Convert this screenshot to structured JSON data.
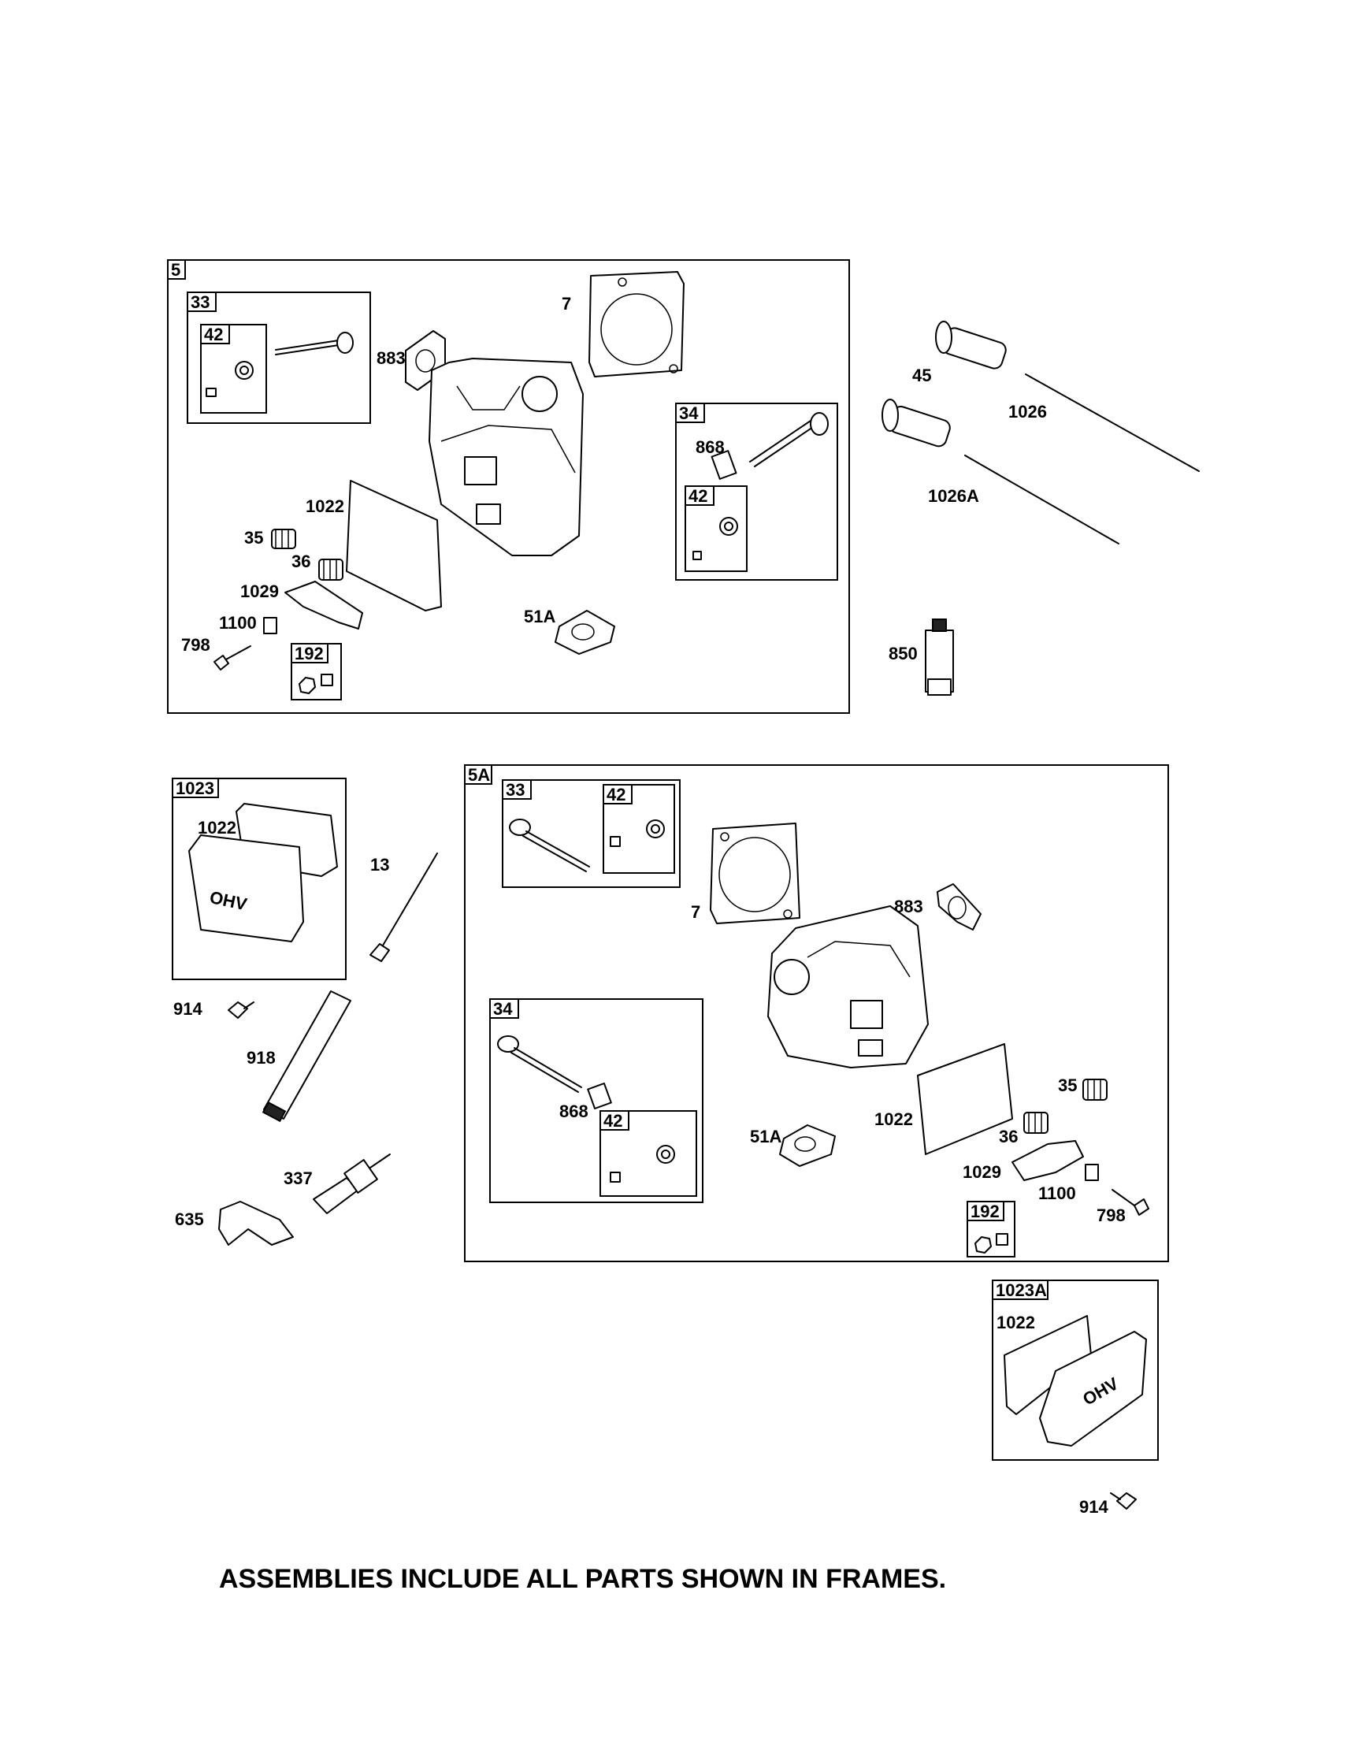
{
  "frames": {
    "f5": "5",
    "f33a": "33",
    "f42a": "42",
    "f34a": "34",
    "f42b": "42",
    "f192a": "192",
    "f1023": "1023",
    "f5A": "5A",
    "f33b": "33",
    "f42c": "42",
    "f34b": "34",
    "f42d": "42",
    "f192b": "192",
    "f1023A": "1023A"
  },
  "labels": {
    "l7a": "7",
    "l883a": "883",
    "l868a": "868",
    "l1022a": "1022",
    "l35a": "35",
    "l36a": "36",
    "l1029a": "1029",
    "l1100a": "1100",
    "l798a": "798",
    "l51Aa": "51A",
    "l45": "45",
    "l1026": "1026",
    "l1026A": "1026A",
    "l850": "850",
    "l1022b": "1022",
    "l13": "13",
    "l914a": "914",
    "l918": "918",
    "l337": "337",
    "l635": "635",
    "l7b": "7",
    "l883b": "883",
    "l868b": "868",
    "l51Ab": "51A",
    "l1022c": "1022",
    "l35b": "35",
    "l36b": "36",
    "l1029b": "1029",
    "l1100b": "1100",
    "l798b": "798",
    "l1022d": "1022",
    "l914b": "914"
  },
  "footer": "ASSEMBLIES INCLUDE ALL PARTS SHOWN IN FRAMES."
}
